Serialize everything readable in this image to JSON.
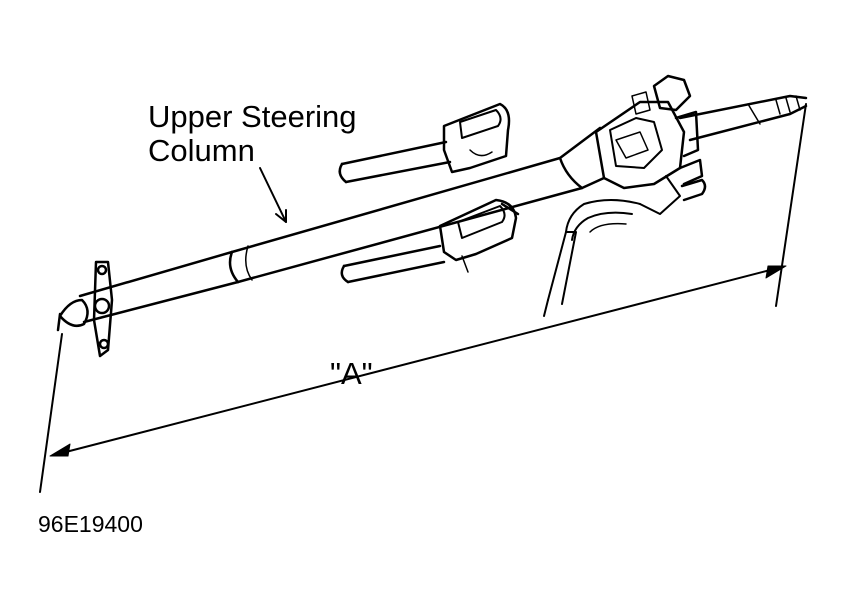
{
  "diagram": {
    "callout_line1": "Upper Steering",
    "callout_line2": "Column",
    "dimension_label": "\"A\"",
    "figure_id": "96E19400"
  },
  "colors": {
    "ink": "#000000",
    "paper": "#ffffff"
  }
}
